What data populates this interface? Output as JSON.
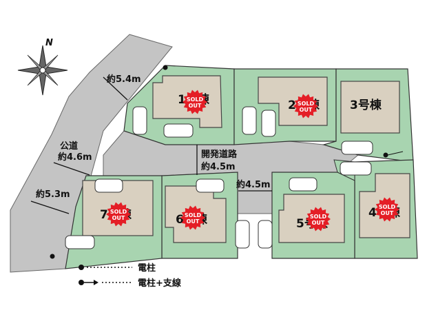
{
  "compass": {
    "north_label": "N"
  },
  "roads": {
    "public_road_label": "公道",
    "width_top": "約5.4m",
    "width_mid": "約4.6m",
    "width_bottom": "約5.3m",
    "dev_road_label": "開発道路",
    "dev_road_width": "約4.5m",
    "branch_width": "約4.5m"
  },
  "lots": [
    {
      "id": "1",
      "label": "1号棟",
      "sold_out": true
    },
    {
      "id": "2",
      "label": "2号棟",
      "sold_out": true
    },
    {
      "id": "3",
      "label": "3号棟",
      "sold_out": false
    },
    {
      "id": "4",
      "label": "4号棟",
      "sold_out": true
    },
    {
      "id": "5",
      "label": "5号棟",
      "sold_out": true
    },
    {
      "id": "6",
      "label": "6号棟",
      "sold_out": true
    },
    {
      "id": "7",
      "label": "7号棟",
      "sold_out": true
    }
  ],
  "sold_badge": {
    "line1": "SOLD",
    "line2": "OUT"
  },
  "legend": {
    "pole": "電柱",
    "pole_with_guy": "電柱+支線"
  },
  "colors": {
    "lot_fill": "#a8d4b0",
    "house_fill": "#d9d0c0",
    "road_fill": "#c4c4c4",
    "sold_badge": "#e41e26"
  }
}
